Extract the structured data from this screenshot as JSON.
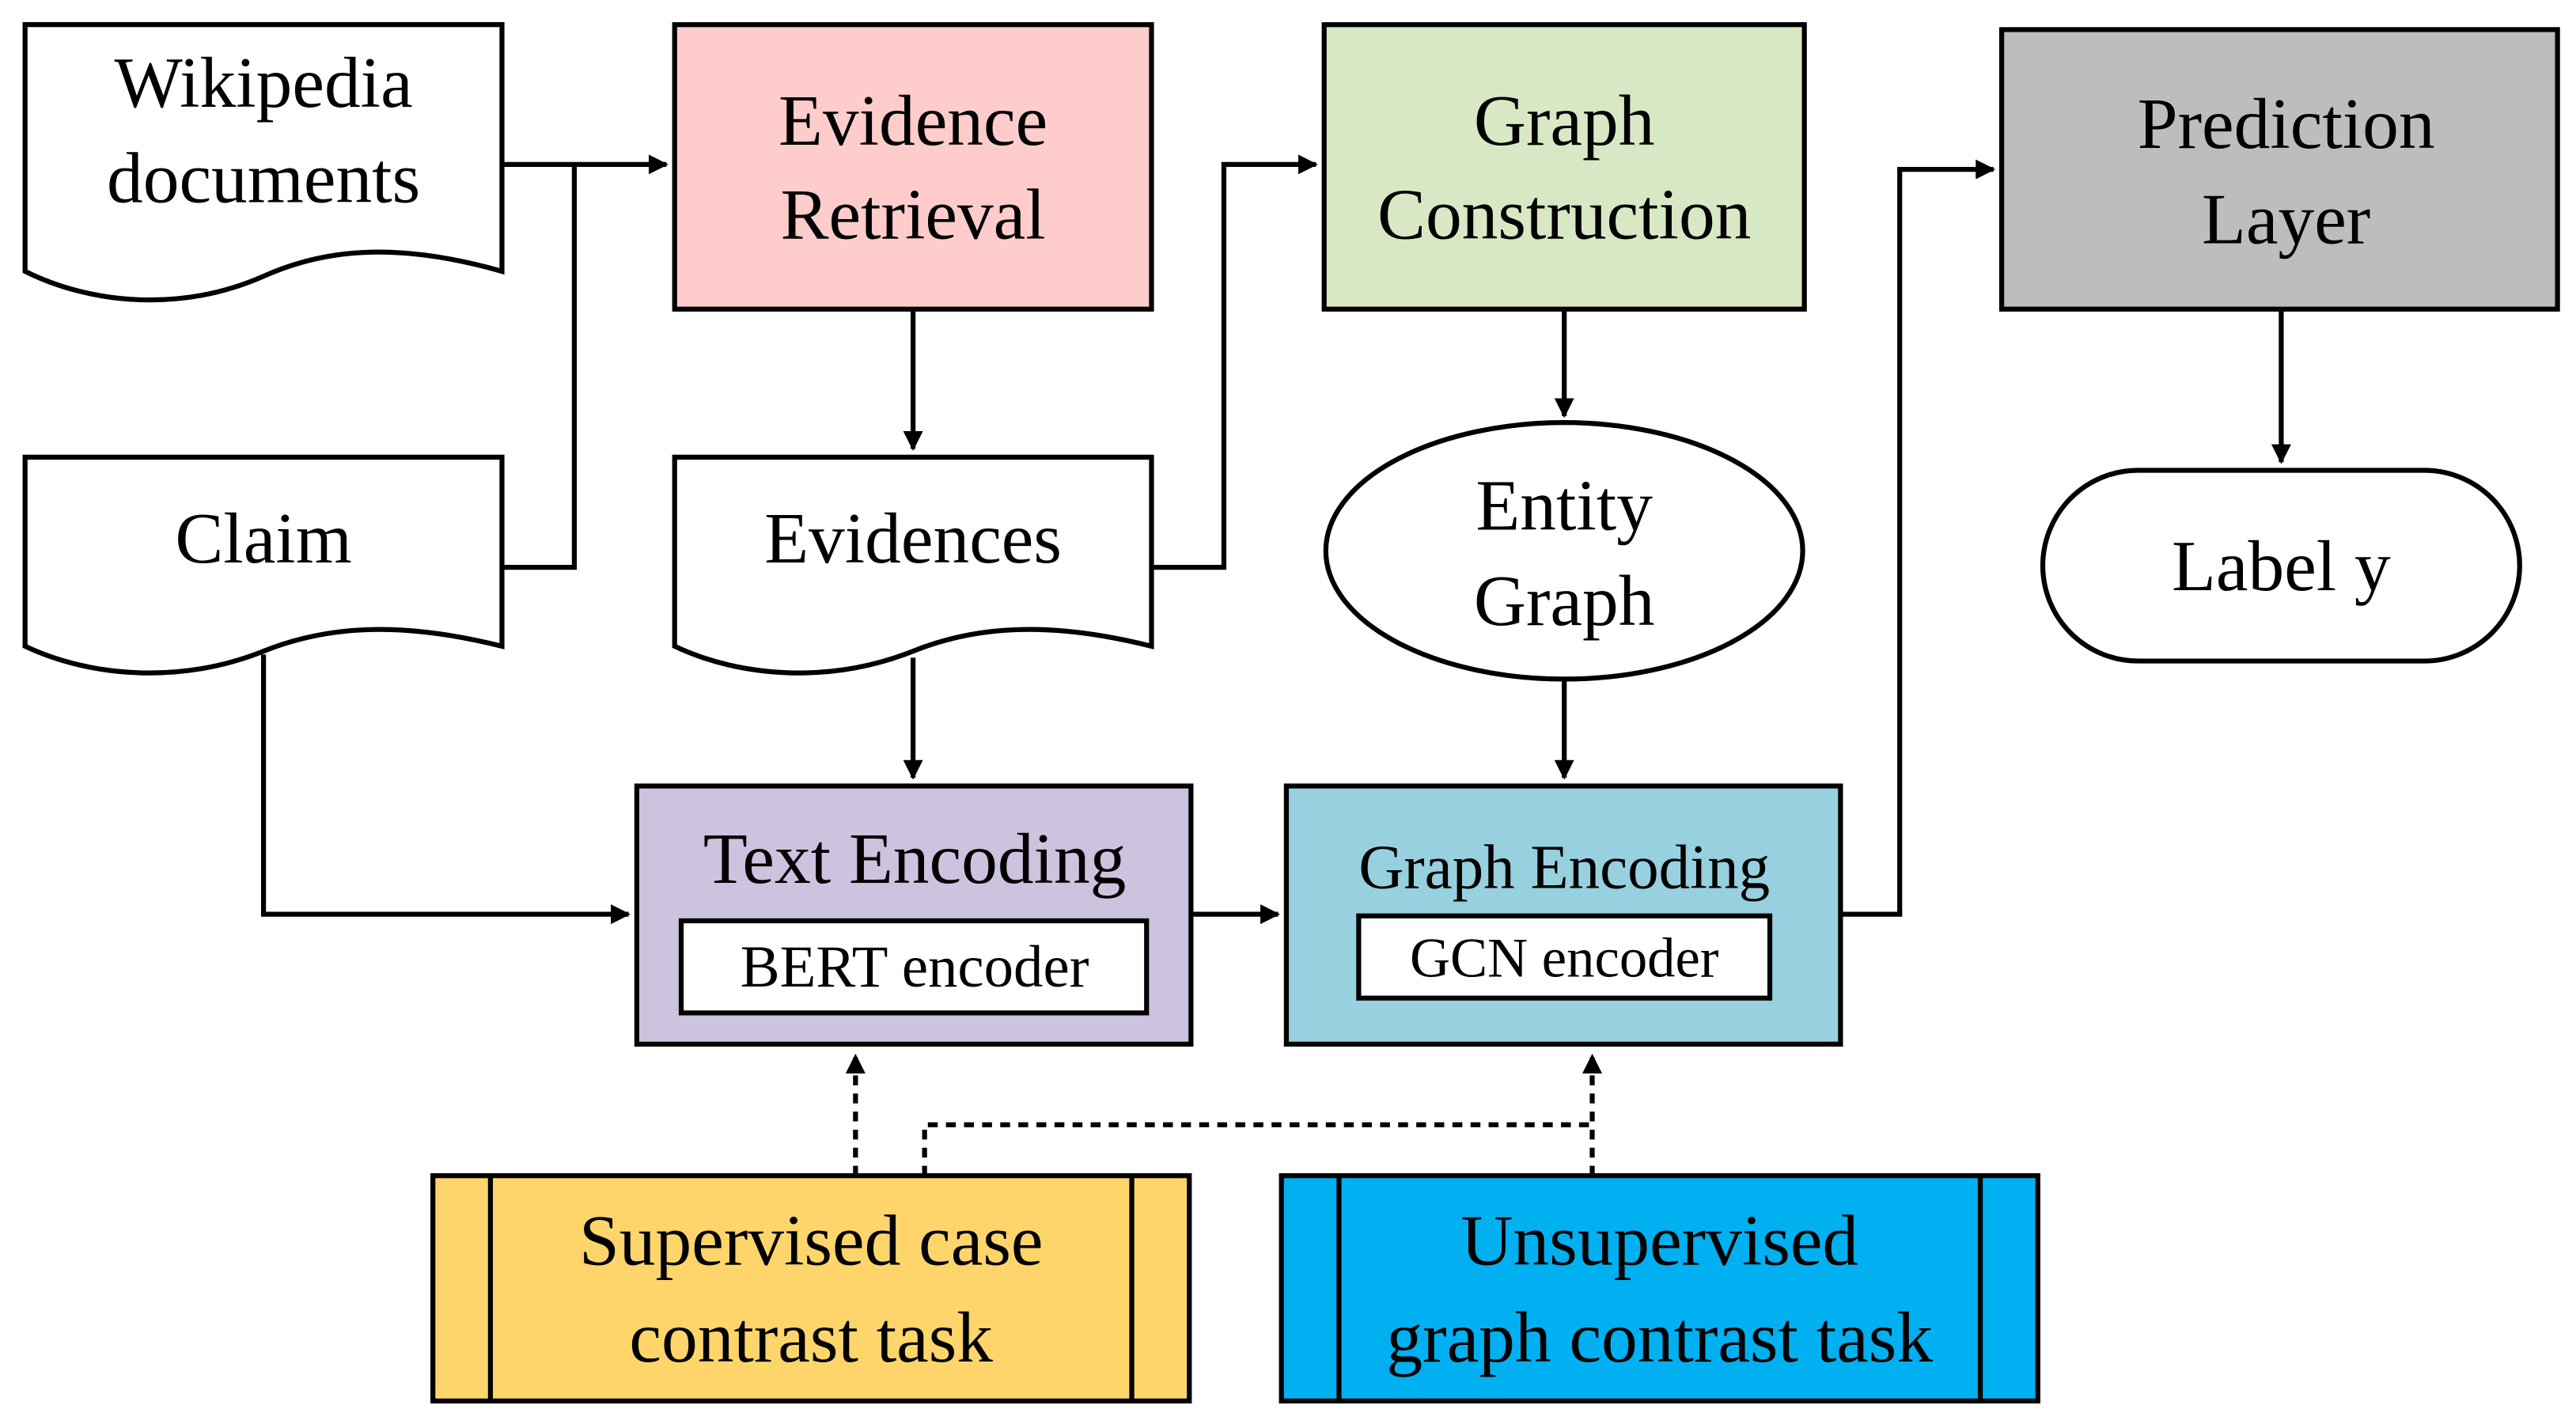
{
  "nodes": {
    "wikipedia": {
      "line1": "Wikipedia",
      "line2": "documents"
    },
    "claim": {
      "label": "Claim"
    },
    "evidence_retrieval": {
      "line1": "Evidence",
      "line2": "Retrieval",
      "color": "#FFCCCC"
    },
    "evidences": {
      "label": "Evidences"
    },
    "graph_construction": {
      "line1": "Graph",
      "line2": "Construction",
      "color": "#D9E8C4"
    },
    "entity_graph": {
      "line1": "Entity",
      "line2": "Graph"
    },
    "prediction_layer": {
      "line1": "Prediction",
      "line2": "Layer",
      "color": "#BDBDBD"
    },
    "label_y": {
      "label": "Label y"
    },
    "text_encoding": {
      "title": "Text Encoding",
      "inner": "BERT encoder",
      "color": "#CDC3DE"
    },
    "graph_encoding": {
      "title": "Graph Encoding",
      "inner": "GCN encoder",
      "color": "#97D0DE"
    },
    "supervised_task": {
      "line1": "Supervised case",
      "line2": "contrast task",
      "color": "#FDD56A"
    },
    "unsupervised_task": {
      "line1": "Unsupervised",
      "line2": "graph contrast task",
      "color": "#00B0F0"
    }
  }
}
